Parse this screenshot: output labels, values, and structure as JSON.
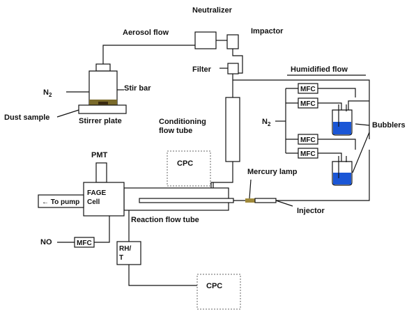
{
  "labels": {
    "neutralizer": "Neutralizer",
    "aerosol_flow": "Aerosol flow",
    "impactor": "Impactor",
    "filter": "Filter",
    "humidified_flow": "Humidified flow",
    "n2_left": "N",
    "n2_mid": "N",
    "n2_sub": "2",
    "stir_bar": "Stir bar",
    "dust_sample": "Dust sample",
    "stirrer_plate": "Stirrer plate",
    "conditioning_flow_tube_1": "Conditioning",
    "conditioning_flow_tube_2": "flow tube",
    "bubblers": "Bubblers",
    "mfc": "MFC",
    "cpc": "CPC",
    "mercury_lamp": "Mercury lamp",
    "pmt": "PMT",
    "fage_1": "FAGE",
    "fage_2": "Cell",
    "to_pump": "To pump",
    "injector": "Injector",
    "reaction_flow_tube": "Reaction flow tube",
    "no": "NO",
    "rht_1": "RH/",
    "rht_2": "T"
  },
  "colors": {
    "liquid": "#1a56d6",
    "stir_bar": "#3a2a10",
    "stirrer_plate": "#c8c8c8",
    "dust": "#7a6a2a",
    "lamp": "#a08a3a"
  }
}
